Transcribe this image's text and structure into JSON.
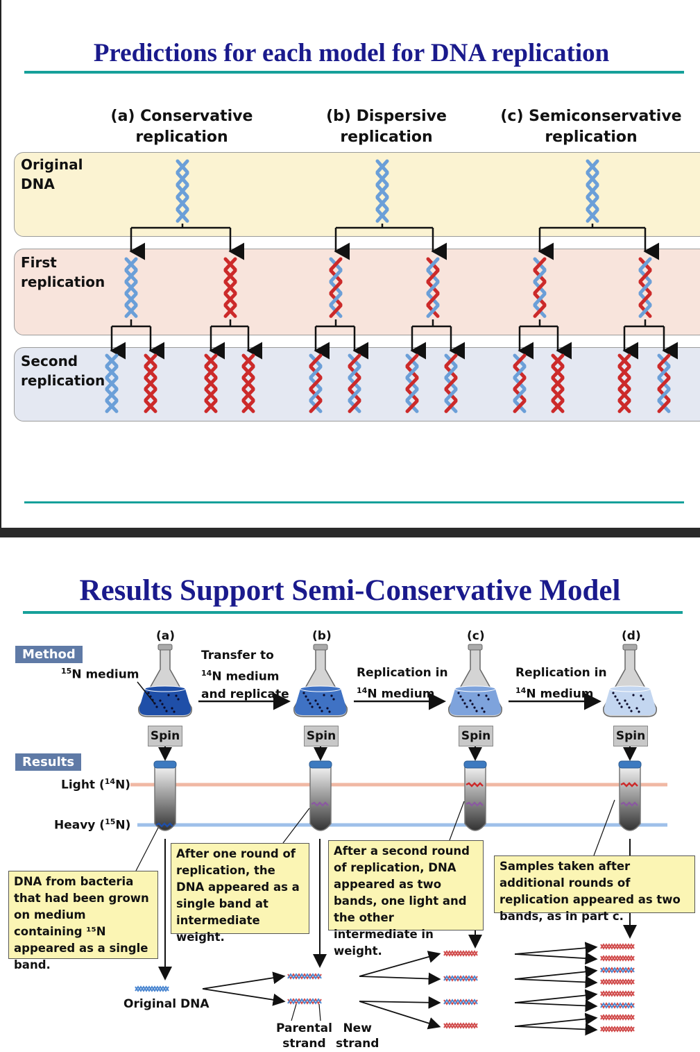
{
  "slide1": {
    "title": "Predictions for each model for DNA replication",
    "columns": [
      {
        "letter": "(a)",
        "line1": "(a) Conservative",
        "line2": "replication"
      },
      {
        "letter": "(b)",
        "line1": "(b) Dispersive",
        "line2": "replication"
      },
      {
        "letter": "(c)",
        "line1": "(c) Semiconservative",
        "line2": "replication"
      }
    ],
    "rows": [
      {
        "label": "Original\nDNA"
      },
      {
        "label": "First\nreplication"
      },
      {
        "label": "Second\nreplication"
      }
    ],
    "colors": {
      "row1": "#fbf3d2",
      "row2": "#f8e4dc",
      "row3": "#e4e8f2",
      "old_strand": "#6b9fd8",
      "new_strand": "#cc2a2a"
    }
  },
  "slide2": {
    "title": "Results Support Semi-Conservative Model",
    "method_tag": "Method",
    "results_tag": "Results",
    "flask_letters": [
      "(a)",
      "(b)",
      "(c)",
      "(d)"
    ],
    "medium_label": "N medium",
    "medium_sup": "15",
    "transfer_line1": "Transfer to",
    "transfer_sup": "14",
    "transfer_line2": "N medium",
    "transfer_line3": "and replicate",
    "rep_line1": "Replication in",
    "rep_sup": "14",
    "rep_line2": "N medium",
    "spin": "Spin",
    "light_label": "Light (",
    "light_sup": "14",
    "light_end": "N)",
    "heavy_label": "Heavy (",
    "heavy_sup": "15",
    "heavy_end": "N)",
    "note_a": "DNA from bacteria that had been grown on medium containing ¹⁵N appeared as a single band.",
    "note_b": "After one round of replication, the DNA appeared as a single band at intermediate weight.",
    "note_c": "After a second round of replication, DNA appeared as two bands, one light and the other intermediate in weight.",
    "note_d": "Samples taken after additional rounds of replication appeared as two bands, as in part c.",
    "original_dna": "Original DNA",
    "parental": "Parental\nstrand",
    "new": "New\nstrand",
    "colors": {
      "heavy": "#1f4fa8",
      "light_line": "#f0b8a4",
      "heavy_line": "#9ec0ea",
      "note_bg": "#fbf5b4",
      "tag_bg": "#5f7aa6"
    }
  }
}
